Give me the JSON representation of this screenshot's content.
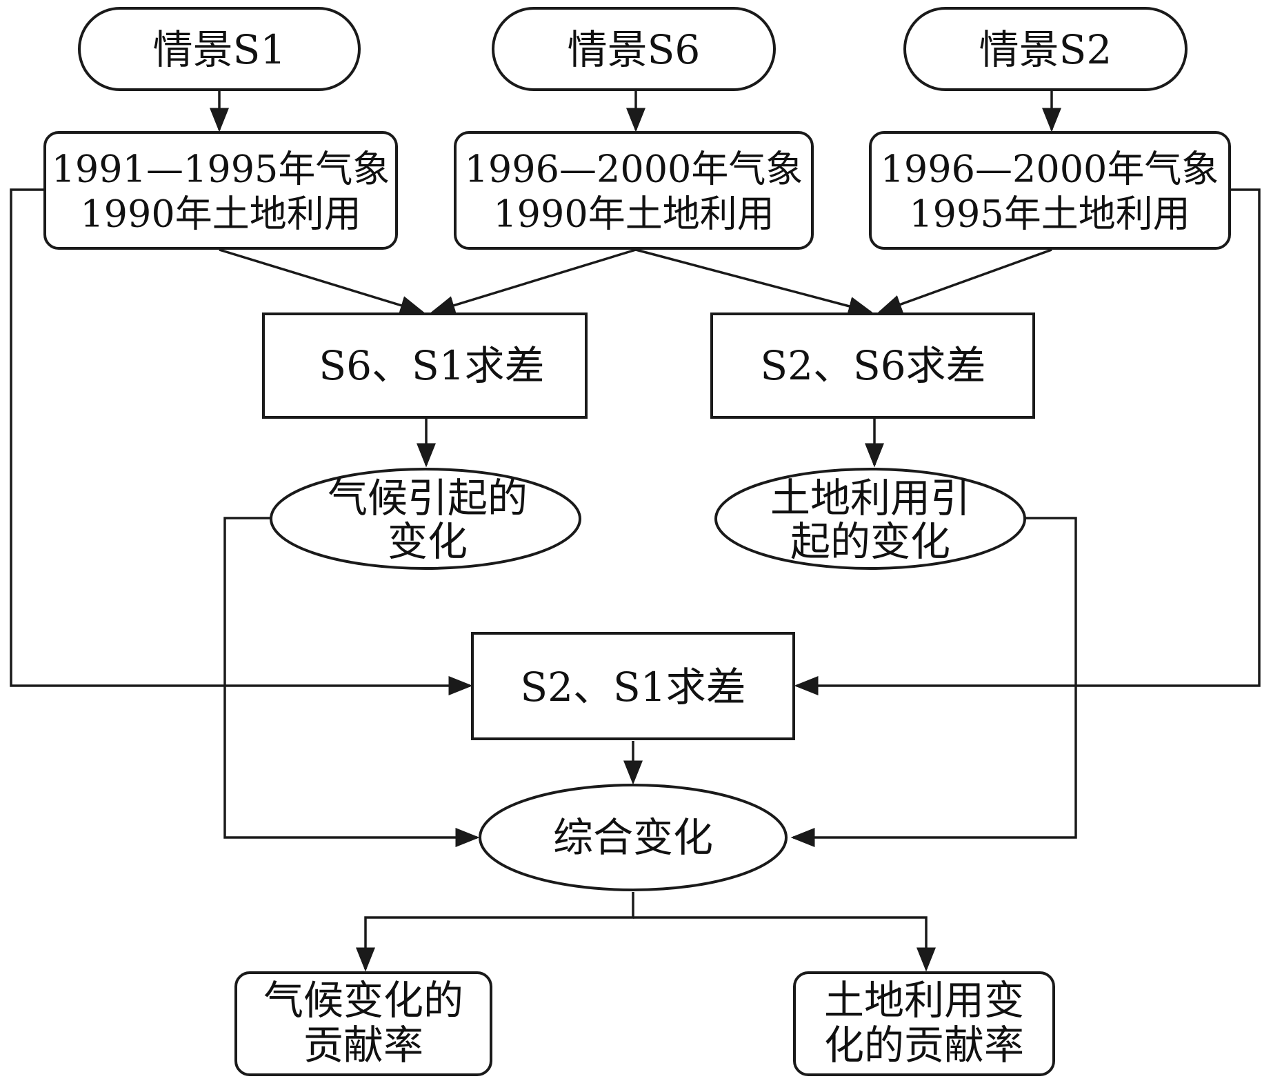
{
  "nodes": {
    "scenario_s1": "情景S1",
    "scenario_s6": "情景S6",
    "scenario_s2": "情景S2",
    "input_s1": [
      "1991—1995年气象",
      "1990年土地利用"
    ],
    "input_s6": [
      "1996—2000年气象",
      "1990年土地利用"
    ],
    "input_s2": [
      "1996—2000年气象",
      "1995年土地利用"
    ],
    "diff_s6_s1": "S6、S1求差",
    "diff_s2_s6": "S2、S6求差",
    "climate_change": [
      "气候引起的",
      "变化"
    ],
    "landuse_change": [
      "土地利用引",
      "起的变化"
    ],
    "diff_s2_s1": "S2、S1求差",
    "total_change": "综合变化",
    "climate_rate": [
      "气候变化的",
      "贡献率"
    ],
    "landuse_rate": [
      "土地利用变",
      "化的贡献率"
    ]
  }
}
